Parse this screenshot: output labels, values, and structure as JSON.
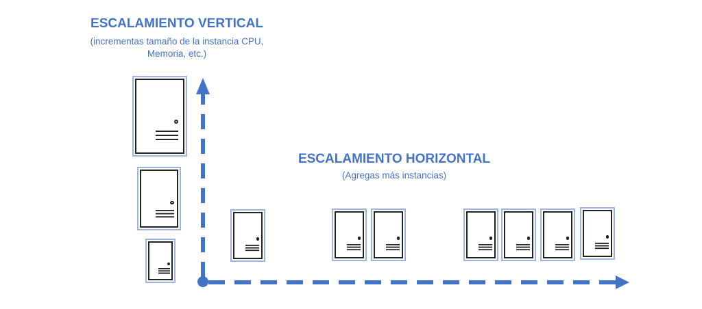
{
  "vertical": {
    "title": "ESCALAMIENTO VERTICAL",
    "subtitle_line1": "(incrementas tamaño de la instancia CPU,",
    "subtitle_line2": "Memoria, etc.)"
  },
  "horizontal": {
    "title": "ESCALAMIENTO HORIZONTAL",
    "subtitle": "(Agregas más instancias)"
  },
  "colors": {
    "accent": "#4472c4",
    "server_border": "#9db4dd"
  }
}
